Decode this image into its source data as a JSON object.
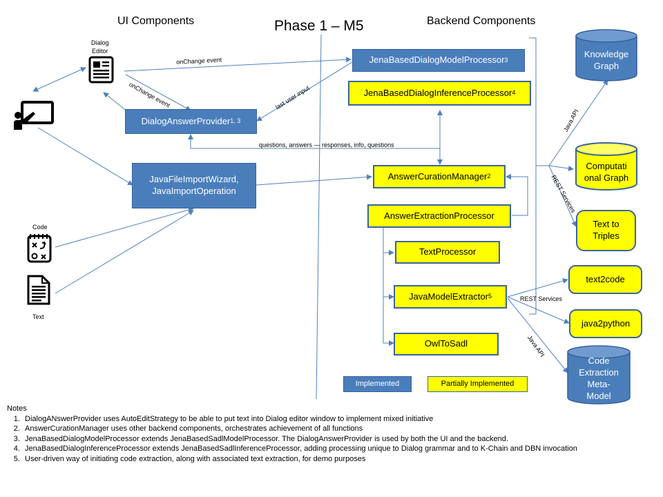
{
  "headers": {
    "ui": "UI Components",
    "phase": "Phase 1 – M5",
    "backend": "Backend Components"
  },
  "ui_items": {
    "dialog_editor": [
      "Dialog",
      "Editor"
    ],
    "code": "Code",
    "text": "Text",
    "dialog_answer_provider": "DialogAnswerProvider",
    "dialog_answer_provider_sup": "1, 3",
    "import_wizard_line1": "JavaFileImportWizard,",
    "import_wizard_line2": "JavaImportOperation"
  },
  "backend_items": {
    "model_processor": "JenaBasedDialogModelProcessor",
    "model_processor_sup": "3",
    "inference_processor": "JenaBasedDialogInferenceProcessor",
    "inference_processor_sup": "4",
    "curation_manager": "AnswerCurationManager",
    "curation_manager_sup": "2",
    "extraction_processor": "AnswerExtractionProcessor",
    "text_processor": "TextProcessor",
    "java_model_extractor": "JavaModelExtractor",
    "java_model_extractor_sup": "5",
    "owl_to_sadl": "OwlToSadl"
  },
  "services": {
    "knowledge_graph": [
      "Knowledge",
      "Graph"
    ],
    "computational_graph": [
      "Computati",
      "onal Graph"
    ],
    "text_to_triples": [
      "Text to",
      "Triples"
    ],
    "text2code": "text2code",
    "java2python": "java2python",
    "code_extraction": [
      "Code",
      "Extraction",
      "Meta-",
      "Model"
    ]
  },
  "edge_labels": {
    "onchange_top": "onChange event",
    "onchange_diag": "onChange event",
    "last_user_input": "last user input",
    "questions": "questions, answers — responses, info, questions",
    "java_api_top": "Java API",
    "rest_services_top": "REST Services",
    "rest_services_bottom": "REST Services",
    "java_api_bottom": "Java API"
  },
  "legend": {
    "implemented": "Implemented",
    "partial": "Partially Implemented"
  },
  "notes": {
    "title": "Notes",
    "items": [
      "DialogANswerProvider uses AutoEditStrategy to be able to put text into Dialog editor window to implement mixed initiative",
      "AnswerCurationManager uses other backend components, orchestrates achievement of all functions",
      "JenaBasedDialogModelProcessor extends JenaBasedSadlModelProcessor. The DialogAnswerProvider is used by both the UI and the backend.",
      "JenaBasedDialogInferenceProcessor extends JenaBasedSadlInferenceProcessor, adding processing unique to Dialog grammar and to K-Chain and DBN invocation",
      "User-driven way of initiating code extraction, along with associated text extraction, for demo purposes"
    ]
  },
  "colors": {
    "implemented": "#4a7ebb",
    "partial": "#ffff00",
    "edge": "#4f81bd"
  }
}
